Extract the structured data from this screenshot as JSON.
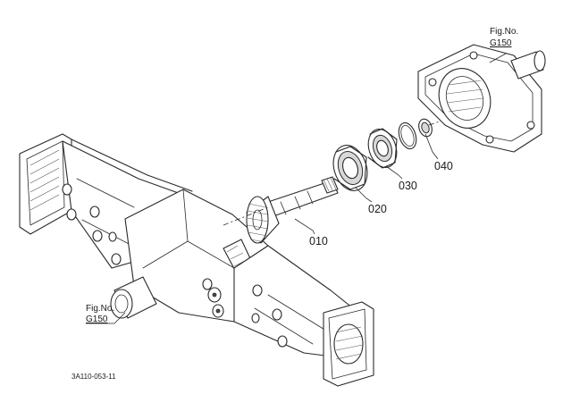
{
  "diagram": {
    "fig_ref_top": {
      "line1": "Fig.No.",
      "line2": "G150"
    },
    "fig_ref_left": {
      "line1": "Fig.No.",
      "line2": "G150"
    },
    "parts": [
      {
        "number": "010",
        "part": "bevel-gear-shaft"
      },
      {
        "number": "020",
        "part": "ball-bearing-large"
      },
      {
        "number": "030",
        "part": "ball-bearing-small"
      },
      {
        "number": "040",
        "part": "seal-ring"
      }
    ],
    "drawing_code": "3A110-053-11"
  }
}
